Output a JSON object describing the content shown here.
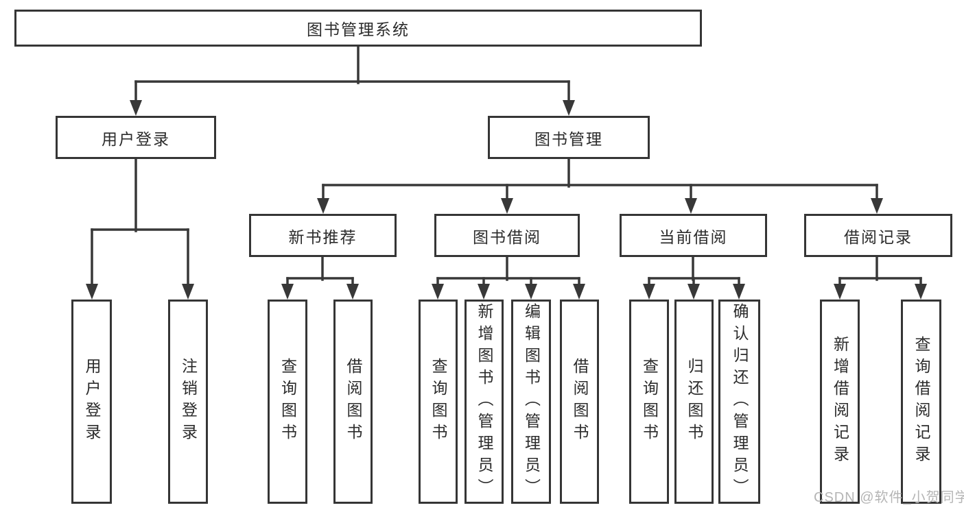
{
  "watermark": "CSDN @软件_小贺同学",
  "colors": {
    "line": "#383838",
    "box_border": "#353535",
    "text": "#2b2b2b",
    "watermark": "#b5b5b5",
    "background": "#ffffff"
  },
  "tree": {
    "label": "图书管理系统",
    "children": [
      {
        "label": "用户登录",
        "children": [
          {
            "label": "用户登录"
          },
          {
            "label": "注销登录"
          }
        ]
      },
      {
        "label": "图书管理",
        "children": [
          {
            "label": "新书推荐",
            "children": [
              {
                "label": "查询图书"
              },
              {
                "label": "借阅图书"
              }
            ]
          },
          {
            "label": "图书借阅",
            "children": [
              {
                "label": "查询图书"
              },
              {
                "label": "新增图书（管理员）"
              },
              {
                "label": "编辑图书（管理员）"
              },
              {
                "label": "借阅图书"
              }
            ]
          },
          {
            "label": "当前借阅",
            "children": [
              {
                "label": "查询图书"
              },
              {
                "label": "归还图书"
              },
              {
                "label": "确认归还（管理员）"
              }
            ]
          },
          {
            "label": "借阅记录",
            "children": [
              {
                "label": "新增借阅记录"
              },
              {
                "label": "查询借阅记录"
              }
            ]
          }
        ]
      }
    ]
  }
}
